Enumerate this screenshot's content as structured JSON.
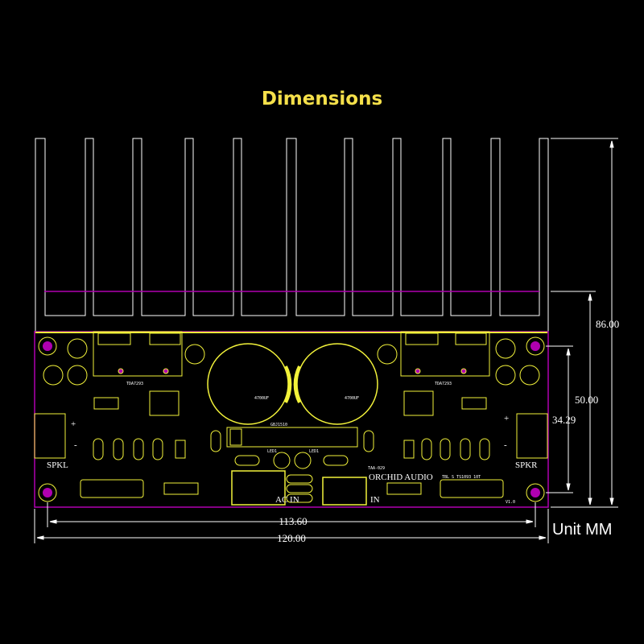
{
  "title": "Dimensions",
  "unit_label": "Unit MM",
  "dimensions": {
    "width_inner": "113.60",
    "width_outer": "120.00",
    "height_total": "86.00",
    "height_board": "50.00",
    "height_holes": "34.29"
  },
  "board_labels": {
    "spk_left": "SPKL",
    "spk_right": "SPKR",
    "brand": "ORCHID AUDIO",
    "ac_in": "AC IN",
    "input": "IN",
    "plus": "+",
    "minus": "-",
    "ic_left": "TDA7293",
    "ic_right": "TDA7293",
    "bridge": "GBJ1510",
    "version": "V1.0",
    "cap_big_left": "4700UF",
    "cap_big_right": "4700UF",
    "model": "TAA-029",
    "tbl_note": "TBL S TS1093 10T",
    "led_left": "LED1",
    "led_right": "LED1"
  },
  "colors": {
    "title": "#f5e04a",
    "outline": "#ffffff",
    "silkscreen": "#f2f23a",
    "pads": "#b000b0"
  }
}
